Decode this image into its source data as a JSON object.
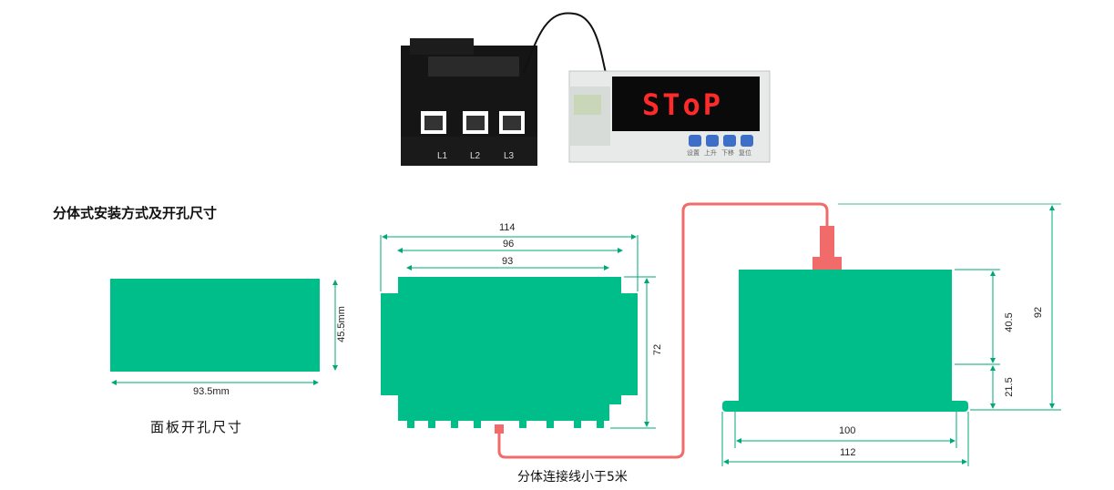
{
  "section_title": "分体式安装方式及开孔尺寸",
  "panel_cutout": {
    "caption": "面板开孔尺寸",
    "width_label": "93.5mm",
    "height_label": "45.5mm"
  },
  "transformer": {
    "dim_outer": "114",
    "dim_mid": "96",
    "dim_inner": "93",
    "dim_height": "72",
    "phase_labels": [
      "L1",
      "L2",
      "L3"
    ]
  },
  "meter": {
    "display_text": "SToP",
    "dim_width_inner": "100",
    "dim_width_outer": "112",
    "dim_height_upper": "40.5",
    "dim_height_lower": "21.5",
    "dim_total": "92",
    "button_labels": [
      "设置",
      "上升",
      "下移",
      "复位"
    ]
  },
  "cable_caption": "分体连接线小于5米",
  "colors": {
    "body_green": "#00BE8A",
    "cable_red": "#F26B6B",
    "dim_line_green": "#00A878",
    "display_red": "#FF2A2A"
  }
}
